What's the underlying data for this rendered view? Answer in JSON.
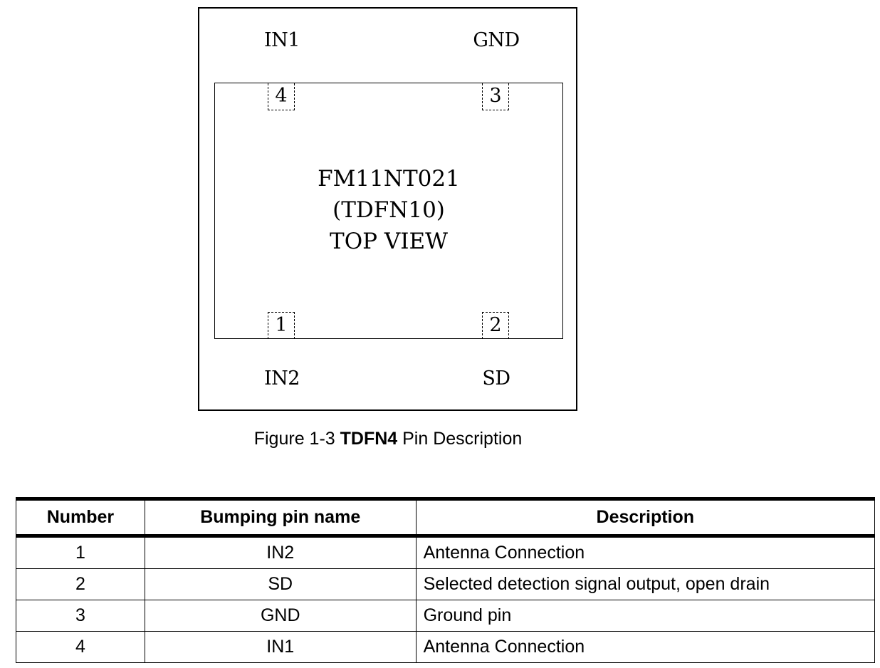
{
  "diagram": {
    "labels": {
      "top_left": "IN1",
      "top_right": "GND",
      "bottom_left": "IN2",
      "bottom_right": "SD"
    },
    "pads": {
      "p1": "1",
      "p2": "2",
      "p3": "3",
      "p4": "4"
    },
    "chip": {
      "part": "FM11NT021",
      "package": "(TDFN10)",
      "view": "TOP VIEW"
    }
  },
  "caption": {
    "prefix": "Figure 1-3 ",
    "bold": "TDFN4",
    "suffix": " Pin Description"
  },
  "table": {
    "headers": [
      "Number",
      "Bumping pin name",
      "Description"
    ],
    "rows": [
      [
        "1",
        "IN2",
        "Antenna Connection"
      ],
      [
        "2",
        "SD",
        "Selected detection signal output, open drain"
      ],
      [
        "3",
        "GND",
        "Ground pin"
      ],
      [
        "4",
        "IN1",
        "Antenna Connection"
      ]
    ]
  }
}
